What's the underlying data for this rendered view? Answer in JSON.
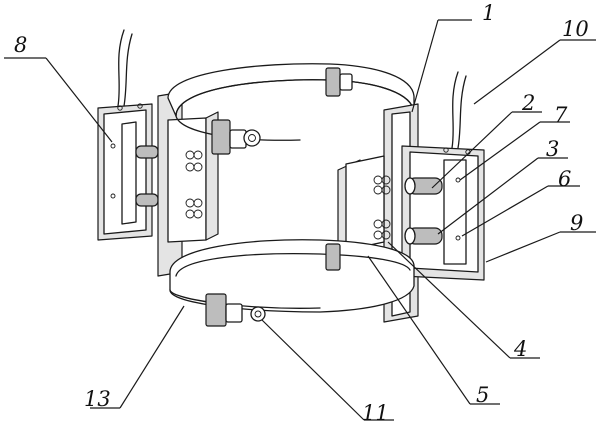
{
  "figure": {
    "callouts": [
      "1",
      "2",
      "3",
      "4",
      "5",
      "6",
      "7",
      "8",
      "9",
      "10",
      "11",
      "13"
    ]
  }
}
